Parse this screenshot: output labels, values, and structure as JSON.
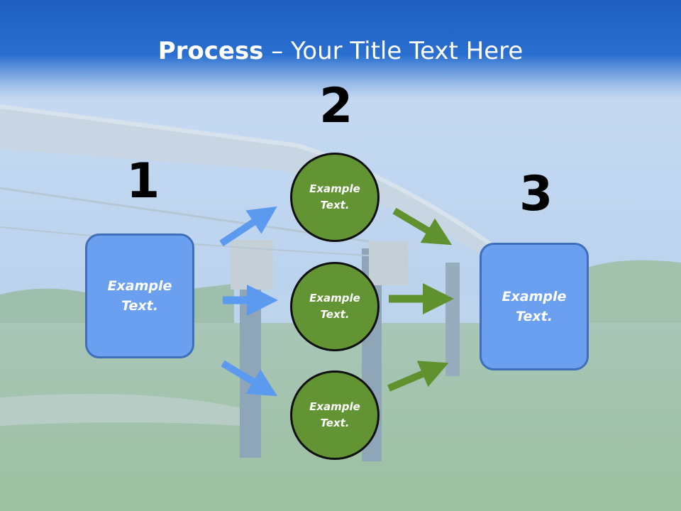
{
  "title": {
    "bold": "Process",
    "rest": " – Your Title Text Here"
  },
  "steps": {
    "n1": "1",
    "n2": "2",
    "n3": "3"
  },
  "left_box": {
    "line1": "Example",
    "line2": "Text."
  },
  "right_box": {
    "line1": "Example",
    "line2": "Text."
  },
  "circles": [
    {
      "line1": "Example",
      "line2": "Text."
    },
    {
      "line1": "Example",
      "line2": "Text."
    },
    {
      "line1": "Example",
      "line2": "Text."
    }
  ],
  "colors": {
    "box": "#6aa0ef",
    "circle": "#629434",
    "arrow_blue": "#5b9aef",
    "arrow_green": "#5f922f"
  }
}
